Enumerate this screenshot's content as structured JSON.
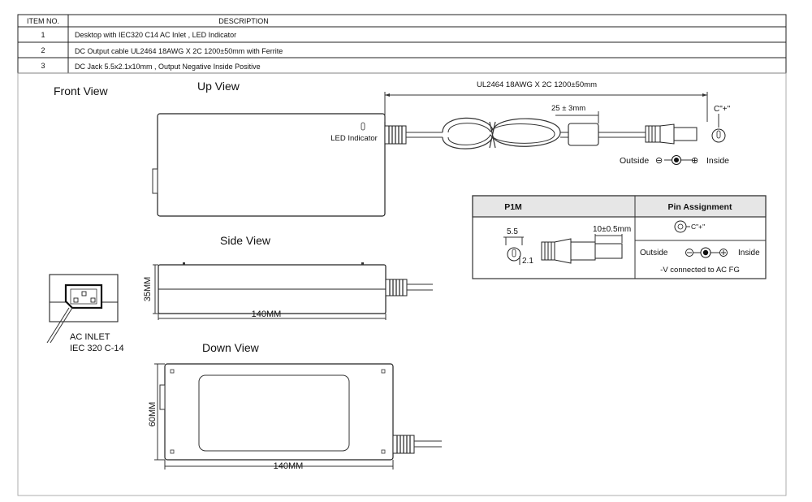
{
  "table": {
    "header": {
      "item_no": "ITEM NO.",
      "description": "DESCRIPTION"
    },
    "rows": [
      {
        "no": "1",
        "desc": "Desktop with IEC320 C14 AC Inlet , LED Indicator"
      },
      {
        "no": "2",
        "desc": "DC Output cable  UL2464 18AWG X 2C 1200±50mm with Ferrite"
      },
      {
        "no": "3",
        "desc": "DC Jack 5.5x2.1x10mm  , Output Negative Inside Positive"
      }
    ]
  },
  "views": {
    "front": "Front View",
    "up": "Up View",
    "side": "Side View",
    "down": "Down View"
  },
  "labels": {
    "led": "LED Indicator",
    "cable_len": "UL2464 18AWG X 2C 1200±50mm",
    "ferrite": "25 ± 3mm",
    "cplus": "C\"+\"",
    "outside": "Outside",
    "inside": "Inside",
    "minus_sym": "⊖",
    "plus_sym": "⊕",
    "dim_35": "35MM",
    "dim_140_side": "140MM",
    "dim_60": "60MM",
    "dim_140_down": "140MM",
    "inlet_1": "AC INLET",
    "inlet_2": "IEC 320 C-14"
  },
  "pin": {
    "col1": "P1M",
    "col2": "Pin Assignment",
    "d55": "5.5",
    "d21": "2.1",
    "d10": "10±0.5mm",
    "cplus": "C\"+\"",
    "outside": "Outside",
    "inside": "Inside",
    "note": "-V connected to AC FG"
  }
}
